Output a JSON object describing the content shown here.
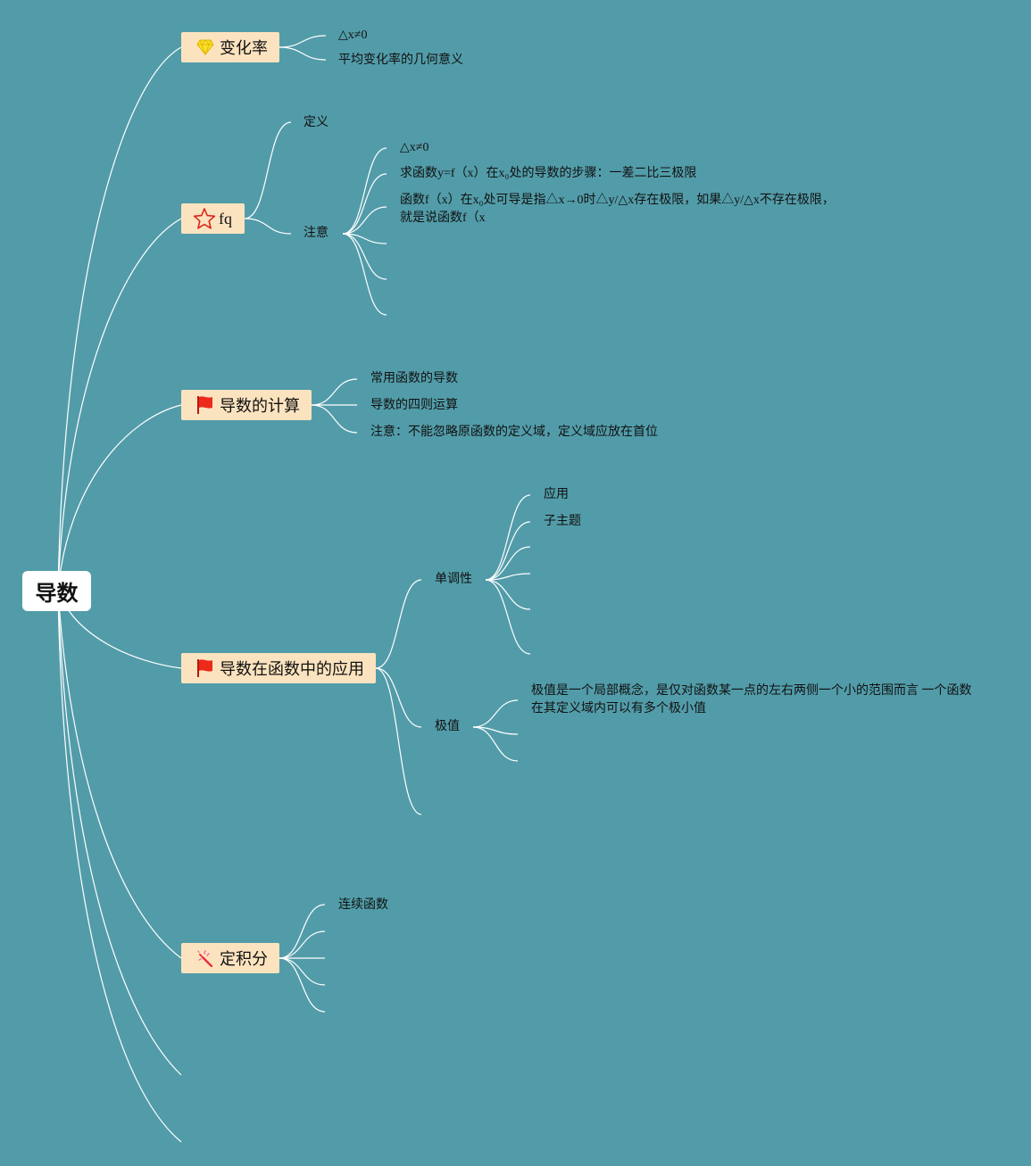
{
  "colors": {
    "background": "#529ca9",
    "topic_fill": "#fce3bf",
    "root_fill": "#ffffff",
    "line": "#ffffff",
    "text": "#111111"
  },
  "root": {
    "label": "导数"
  },
  "branches": [
    {
      "label": "变化率",
      "icon": "diamond-icon",
      "children": [
        {
          "label": "△x≠0"
        },
        {
          "label": "平均变化率的几何意义"
        }
      ]
    },
    {
      "label": "fq",
      "icon": "star-icon",
      "children": [
        {
          "label": "定义"
        },
        {
          "label": "注意",
          "children": [
            {
              "label": "△x≠0"
            },
            {
              "label": "求函数y=f（x）在x₀处的导数的步骤：一差二比三极限"
            },
            {
              "lines": [
                "函数f（x）在x₀处可导是指△x→0时△y/△x存在极限，如果△y/△x不存在极限，",
                "就是说函数f（x"
              ]
            }
          ]
        }
      ]
    },
    {
      "label": "导数的计算",
      "icon": "flag-icon",
      "children": [
        {
          "label": "常用函数的导数"
        },
        {
          "label": "导数的四则运算"
        },
        {
          "label": "注意：不能忽略原函数的定义域，定义域应放在首位"
        }
      ]
    },
    {
      "label": "导数在函数中的应用",
      "icon": "flag-icon",
      "children": [
        {
          "label": "单调性",
          "children": [
            {
              "label": "应用"
            },
            {
              "label": "子主题"
            }
          ]
        },
        {
          "label": "极值",
          "children": [
            {
              "lines": [
                "极值是一个局部概念，是仅对函数某一点的左右两侧一个小的范围而言 一个函数",
                "在其定义域内可以有多个极小值"
              ]
            }
          ]
        }
      ]
    },
    {
      "label": "定积分",
      "icon": "magic-wand-icon",
      "children": [
        {
          "label": "连续函数"
        }
      ]
    }
  ]
}
